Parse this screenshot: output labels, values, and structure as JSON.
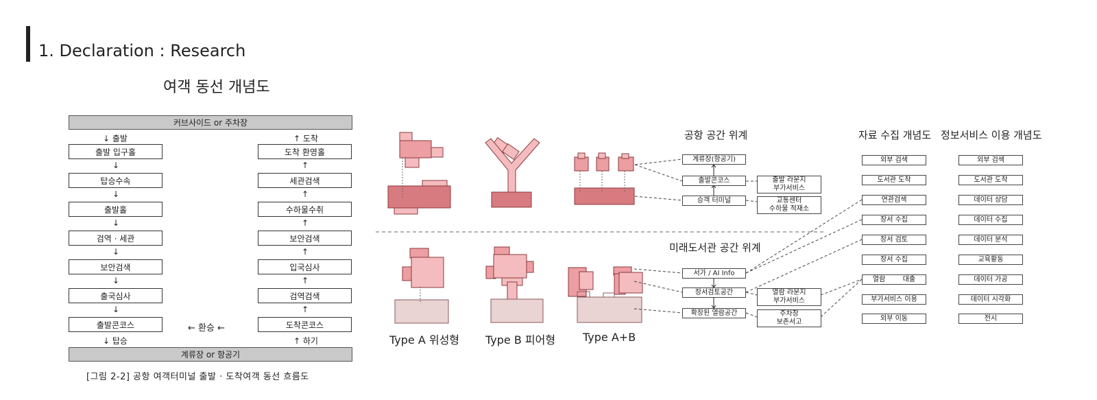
{
  "header": {
    "title": "1. Declaration : Research",
    "subtitle": "여객 동선 개념도"
  },
  "flow": {
    "top_bar": "커브사이드 or 주차장",
    "bottom_bar": "계류장 or 항공기",
    "depart_start": "↓ 출발",
    "arrive_end": "↑ 도착",
    "depart_end": "↓ 탑승",
    "arrive_start": "↑ 하기",
    "transfer": "← 환승 ←",
    "down_arrow": "↓",
    "up_arrow": "↑",
    "departure_steps": [
      "출발 입구홀",
      "탑승수속",
      "출발홀",
      "검역 · 세관",
      "보안검색",
      "출국심사",
      "출발콘코스"
    ],
    "arrival_steps": [
      "도착 환영홀",
      "세관검색",
      "수하물수취",
      "보안검색",
      "입국심사",
      "검역검색",
      "도착콘코스"
    ],
    "caption": "[그림 2-2] 공항 여객터미널 출발 · 도착여객 동선 흐름도"
  },
  "types": {
    "type_a": "Type A 위성형",
    "type_b": "Type B 피어형",
    "type_ab": "Type A+B"
  },
  "airport": {
    "heading": "공항 공간 위계",
    "main": [
      "계류장(항공기)",
      "출발콘코스",
      "승객 터미널"
    ],
    "side": [
      "출발 라운지\n부가서비스",
      "교통센터\n수하물 적재소"
    ]
  },
  "library": {
    "heading": "미래도서관 공간 위계",
    "main": [
      "서가 / AI Info",
      "장서검토공간",
      "확장된 열람공간"
    ],
    "side": [
      "열람 라운지\n부가서비스",
      "주차장\n보존서고"
    ]
  },
  "collection": {
    "heading": "자료 수집 개념도",
    "items": [
      "외부 검색",
      "도서관 도착",
      "연관검색",
      "장서 수집",
      "장서 검토",
      "장서 수집",
      "열람        대출",
      "부가서비스 이용",
      "외부 이동"
    ]
  },
  "info_service": {
    "heading": "정보서비스 이용 개념도",
    "items": [
      "외부 검색",
      "도서관 도착",
      "데이터 상담",
      "데이터 수집",
      "데이터 분석",
      "교육활동",
      "데이터 가공",
      "데이터 시각화",
      "전시"
    ]
  },
  "colors": {
    "accent_dark": "#d87b80",
    "accent_mid": "#ec9ea2",
    "accent_light": "#f4bcbe",
    "pale": "#e9d3d3",
    "bar_gray": "#c9c9c9"
  }
}
